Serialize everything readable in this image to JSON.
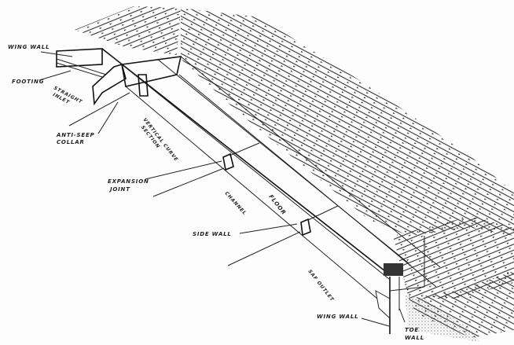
{
  "diagram": {
    "labels": {
      "wing_wall_top": "WING WALL",
      "footing": "FOOTING",
      "straight_inlet_1": "STRAIGHT",
      "straight_inlet_2": "INLET",
      "anti_seep_1": "ANTI-SEEP",
      "anti_seep_2": "COLLAR",
      "vertical_curve_1": "VERTICAL CURVE",
      "vertical_curve_2": "SECTION",
      "expansion_1": "EXPANSION",
      "expansion_2": "JOINT",
      "floor": "FLOOR",
      "channel": "CHANNEL",
      "side_wall": "SIDE WALL",
      "saf_outlet": "SAF OUTLET",
      "wing_wall_bottom": "WING WALL",
      "toe_wall_1": "TOE",
      "toe_wall_2": "WALL"
    }
  }
}
